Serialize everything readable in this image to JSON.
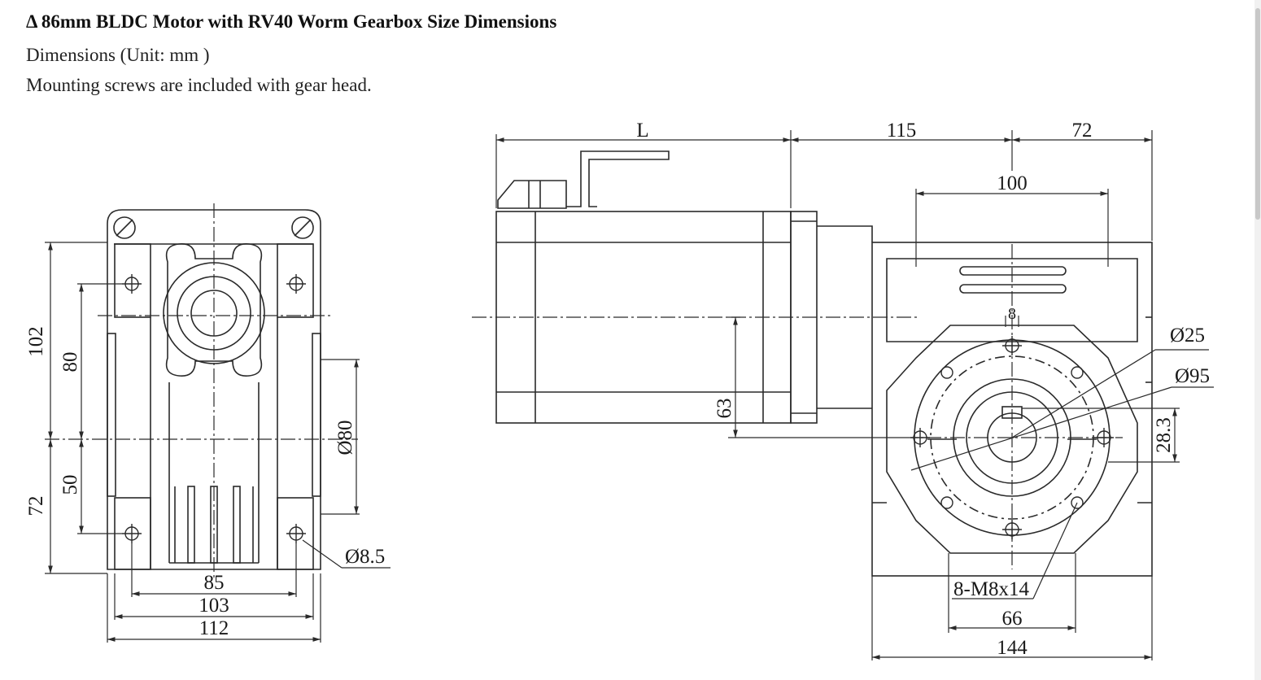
{
  "header": {
    "title": "Δ 86mm BLDC Motor with RV40 Worm Gearbox Size Dimensions",
    "line1": "Dimensions (Unit: mm )",
    "line2": "Mounting screws are included with gear head."
  },
  "front_view": {
    "dims": {
      "h102": "102",
      "h80": "80",
      "h72": "72",
      "h50": "50",
      "d80": "Ø80",
      "hole": "Ø8.5",
      "w85": "85",
      "w103": "103",
      "w112": "112"
    }
  },
  "side_view": {
    "dims": {
      "L": "L",
      "d115": "115",
      "d72": "72",
      "d100": "100",
      "d63": "63",
      "d8": "8",
      "d25": "Ø25",
      "d95": "Ø95",
      "d283": "28.3",
      "screws": "8-M8x14",
      "d66": "66",
      "d144": "144"
    }
  },
  "colors": {
    "line": "#2a2a2a",
    "text": "#1a1a1a"
  }
}
